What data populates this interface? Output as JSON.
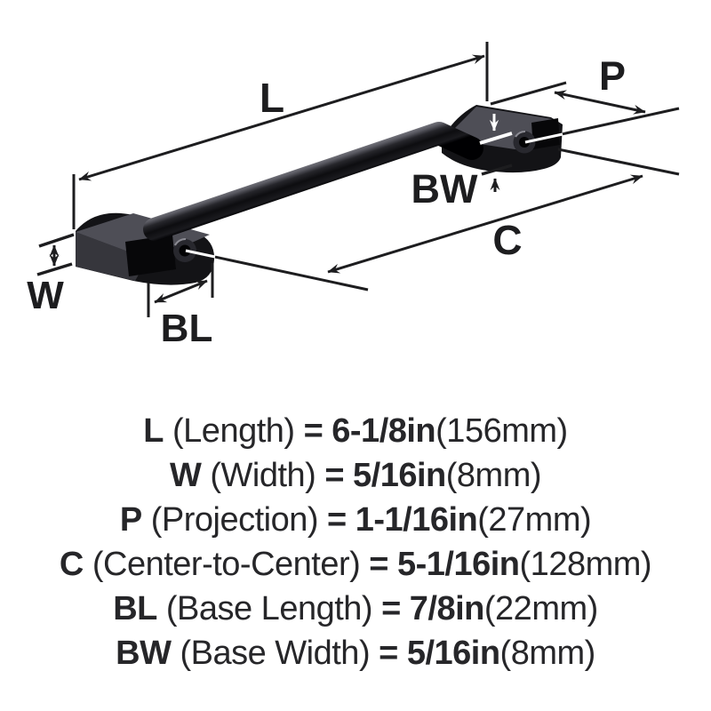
{
  "figure": {
    "description": "3D technical drawing of a bar cabinet pull with dimension arrows",
    "dims": {
      "L": "L",
      "W": "W",
      "P": "P",
      "C": "C",
      "BL": "BL",
      "BW": "BW"
    }
  },
  "legend": {
    "rows": [
      {
        "label": "L",
        "desc": "(Length)",
        "eq": "=",
        "value": "6-1/8in",
        "metric": "(156mm)"
      },
      {
        "label": "W",
        "desc": "(Width)",
        "eq": "=",
        "value": "5/16in",
        "metric": "(8mm)"
      },
      {
        "label": "P",
        "desc": "(Projection)",
        "eq": "=",
        "value": "1-1/16in",
        "metric": "(27mm)"
      },
      {
        "label": "C",
        "desc": "(Center-to-Center)",
        "eq": "=",
        "value": "5-1/16in",
        "metric": "(128mm)"
      },
      {
        "label": "BL",
        "desc": "(Base Length)",
        "eq": "=",
        "value": "7/8in",
        "metric": "(22mm)"
      },
      {
        "label": "BW",
        "desc": "(Base Width)",
        "eq": "=",
        "value": "5/16in",
        "metric": "(8mm)"
      }
    ]
  },
  "colors": {
    "background": "#ffffff",
    "ink": "#1d1d1f",
    "legend_text": "#262629",
    "metal_top": "#4e4e56",
    "metal_front": "#36363c",
    "metal_silhouette": "#131316",
    "counterbore": "#070709",
    "screw_boss": "#28282e",
    "screw_hole": "#030304",
    "callout_white": "#ffffff"
  }
}
